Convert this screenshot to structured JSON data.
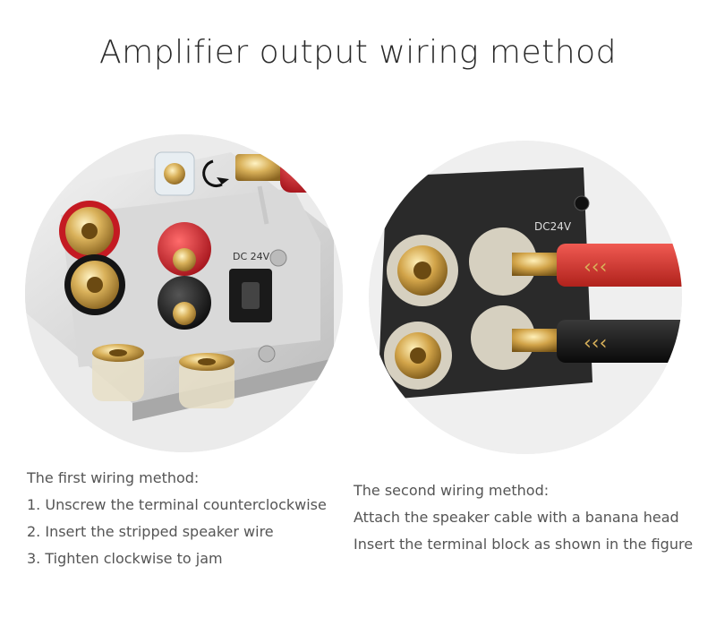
{
  "title": "Amplifier output wiring method",
  "left": {
    "panel_text": "DC 24V",
    "lines": [
      "The first wiring method:",
      "1. Unscrew the terminal counterclockwise",
      "2. Insert the stripped speaker wire",
      "3. Tighten clockwise to jam"
    ]
  },
  "right": {
    "panel_text": "DC24V",
    "lines": [
      "The second wiring method:",
      "Attach the speaker cable with a banana head",
      "Insert the terminal block as shown in the figure"
    ]
  }
}
